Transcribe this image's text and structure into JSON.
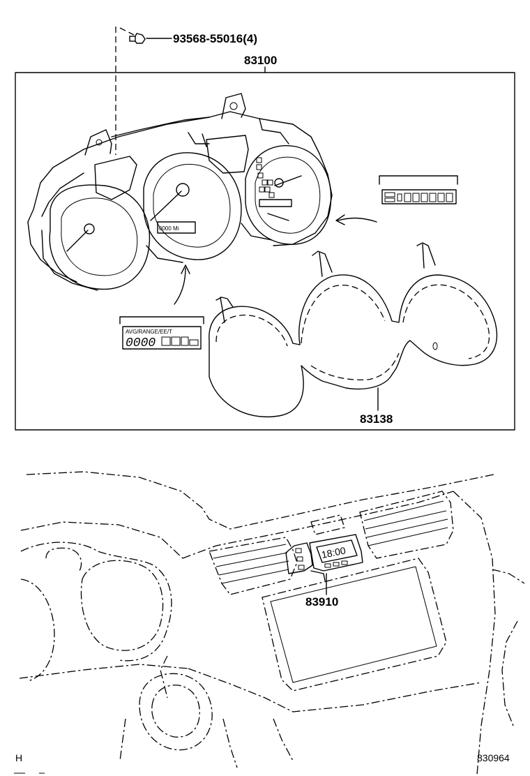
{
  "labels": {
    "bolt_part": "93568-55016(4)",
    "cluster_part": "83100",
    "cover_part": "83138",
    "clock_part": "83910",
    "corner_left": "H",
    "diagram_code": "830964"
  },
  "displays": {
    "left_display_caption": "AVG/RANGE/EE/T",
    "left_display_digits": "0000",
    "clock_readout": "18:00"
  }
}
